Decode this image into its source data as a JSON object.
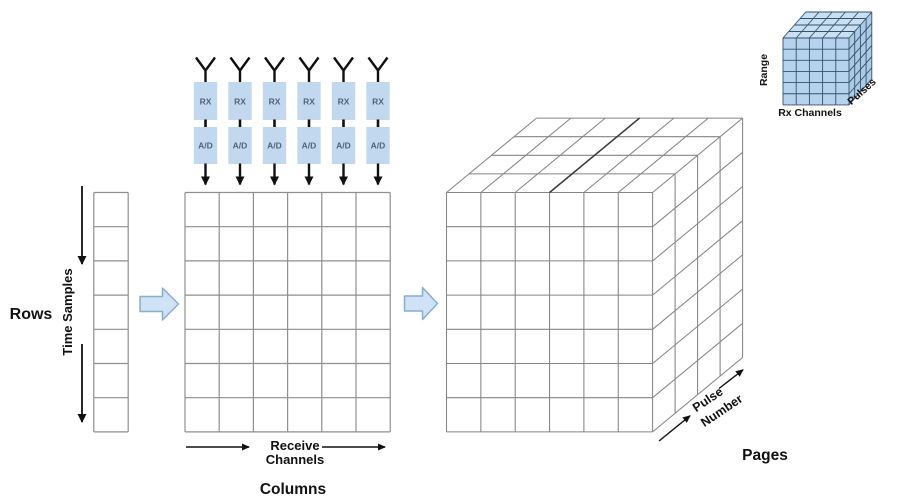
{
  "diagram": {
    "title_meaning": "Radar data-cube formation diagram",
    "labels": {
      "rows": "Rows",
      "time_samples": "Time Samples",
      "receive_line1": "Receive",
      "receive_line2": "Channels",
      "columns": "Columns",
      "pulse_line1": "Pulse",
      "pulse_line2": "Number",
      "pages": "Pages"
    },
    "receiver_chains": [
      {
        "rx": "RX",
        "ad": "A/D"
      },
      {
        "rx": "RX",
        "ad": "A/D"
      },
      {
        "rx": "RX",
        "ad": "A/D"
      },
      {
        "rx": "RX",
        "ad": "A/D"
      },
      {
        "rx": "RX",
        "ad": "A/D"
      },
      {
        "rx": "RX",
        "ad": "A/D"
      }
    ],
    "vector_grid": {
      "cols": 1,
      "rows": 7
    },
    "matrix_grid": {
      "cols": 6,
      "rows": 7
    },
    "data_cube": {
      "cols": 6,
      "rows": 7,
      "depth": 4
    },
    "mini_cube": {
      "cols": 5,
      "rows": 6,
      "depth": 4,
      "labels": {
        "range": "Range",
        "rx_channels": "Rx Channels",
        "pulses": "Pulses"
      }
    },
    "colors": {
      "box_fill": "#c1d8ee",
      "box_text": "#4e657c",
      "block_arrow_fill": "#cfe2f6",
      "block_arrow_stroke": "#86aed2",
      "grid_stroke": "#8f8f8f",
      "cube_stroke": "#858585",
      "cube_dark_line": "#3a3a3a",
      "mini_fill_front": "#b5d3ec",
      "mini_fill_top": "#c9dff2",
      "mini_fill_right": "#aacae6",
      "mini_stroke": "#37526b",
      "ink": "#111111"
    }
  }
}
